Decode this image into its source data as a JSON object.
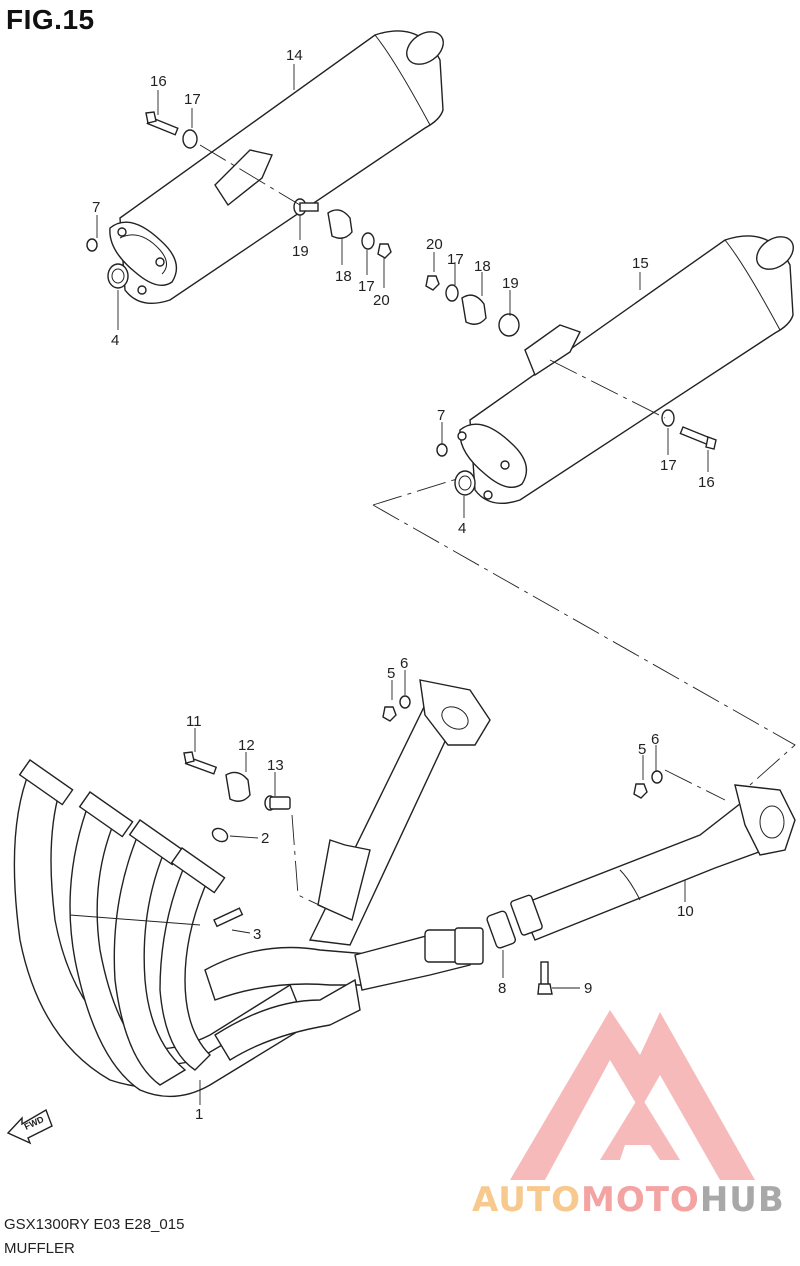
{
  "figure": {
    "title": "FIG.15"
  },
  "footer": {
    "model_code": "GSX1300RY E03 E28_015",
    "section_name": "MUFFLER"
  },
  "watermark": {
    "part1": "AUTO",
    "part2": "MOTO",
    "part3": "HUB",
    "colors": {
      "auto": "#f7c98f",
      "moto": "#f4a3a3",
      "hub": "#a8a8a8",
      "logo": "#f4a3a3"
    }
  },
  "fwd_arrow": {
    "label": "FWD"
  },
  "callouts": [
    {
      "id": "c14a",
      "text": "14"
    },
    {
      "id": "c16a",
      "text": "16"
    },
    {
      "id": "c17a",
      "text": "17"
    },
    {
      "id": "c7a",
      "text": "7"
    },
    {
      "id": "c4a",
      "text": "4"
    },
    {
      "id": "c19a",
      "text": "19"
    },
    {
      "id": "c18a",
      "text": "18"
    },
    {
      "id": "c17b",
      "text": "17"
    },
    {
      "id": "c20a",
      "text": "20"
    },
    {
      "id": "c20b",
      "text": "20"
    },
    {
      "id": "c17c",
      "text": "17"
    },
    {
      "id": "c18b",
      "text": "18"
    },
    {
      "id": "c19b",
      "text": "19"
    },
    {
      "id": "c15",
      "text": "15"
    },
    {
      "id": "c7b",
      "text": "7"
    },
    {
      "id": "c4b",
      "text": "4"
    },
    {
      "id": "c17d",
      "text": "17"
    },
    {
      "id": "c16b",
      "text": "16"
    },
    {
      "id": "c5a",
      "text": "5"
    },
    {
      "id": "c6a",
      "text": "6"
    },
    {
      "id": "c11",
      "text": "11"
    },
    {
      "id": "c12",
      "text": "12"
    },
    {
      "id": "c13",
      "text": "13"
    },
    {
      "id": "c2",
      "text": "2"
    },
    {
      "id": "c3",
      "text": "3"
    },
    {
      "id": "c5b",
      "text": "5"
    },
    {
      "id": "c6b",
      "text": "6"
    },
    {
      "id": "c10",
      "text": "10"
    },
    {
      "id": "c8",
      "text": "8"
    },
    {
      "id": "c9",
      "text": "9"
    },
    {
      "id": "c1",
      "text": "1"
    }
  ]
}
